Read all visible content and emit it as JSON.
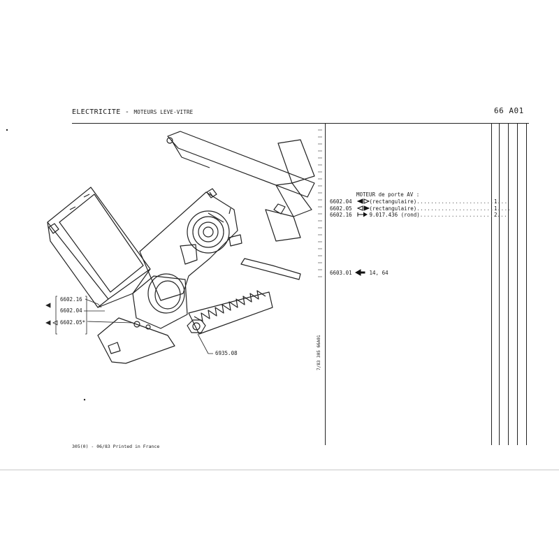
{
  "header": {
    "section": "ELECTRICITE",
    "dash": " - ",
    "subtitle": "MOTEURS LEVE-VITRE",
    "page_code": "66 A01"
  },
  "callouts": {
    "c1": "6602.16",
    "c2": "6602.04",
    "c3": "6602.05*",
    "nut": "6935.08"
  },
  "parts_list": {
    "heading": "MOTEUR de porte AV :",
    "rows": [
      {
        "code": "6602.04",
        "desc": "(rectangulaire)",
        "dots": "..........................",
        "qty": "1"
      },
      {
        "code": "6602.05",
        "desc": "(rectangulaire)",
        "dots": "...........................",
        "qty": "1"
      },
      {
        "code": "6602.16",
        "desc": "9.017.436 (rond)",
        "dots": ".........................",
        "qty": "2"
      }
    ],
    "ref": {
      "code": "6603.01",
      "text": "14, 64"
    }
  },
  "vertical_ref": "7/83 305 66A01",
  "footer": "305(0) - 06/83 Printed in France"
}
